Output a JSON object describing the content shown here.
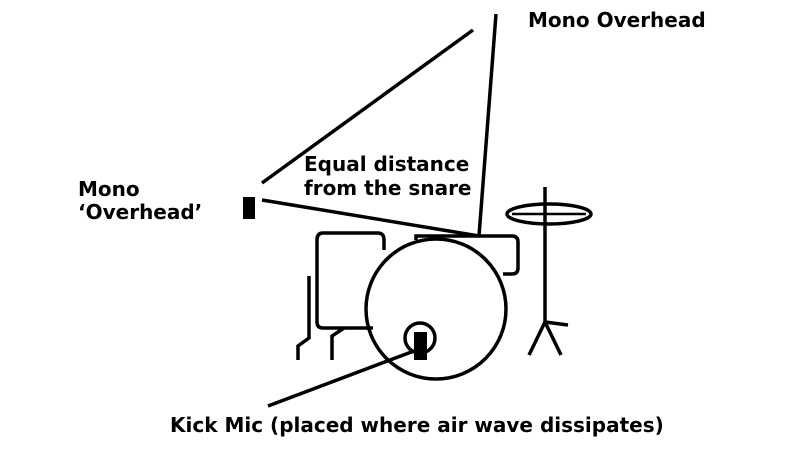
{
  "diagram": {
    "labels": {
      "mono_overhead": "Mono Overhead",
      "mono_overhead_alt_line1": "Mono",
      "mono_overhead_alt_line2": "‘Overhead’",
      "equal_distance_line1": "Equal distance",
      "equal_distance_line2": "from the snare",
      "kick_mic": "Kick Mic (placed where air wave dissipates)"
    },
    "colors": {
      "ink": "#000000",
      "background": "#ffffff"
    }
  }
}
